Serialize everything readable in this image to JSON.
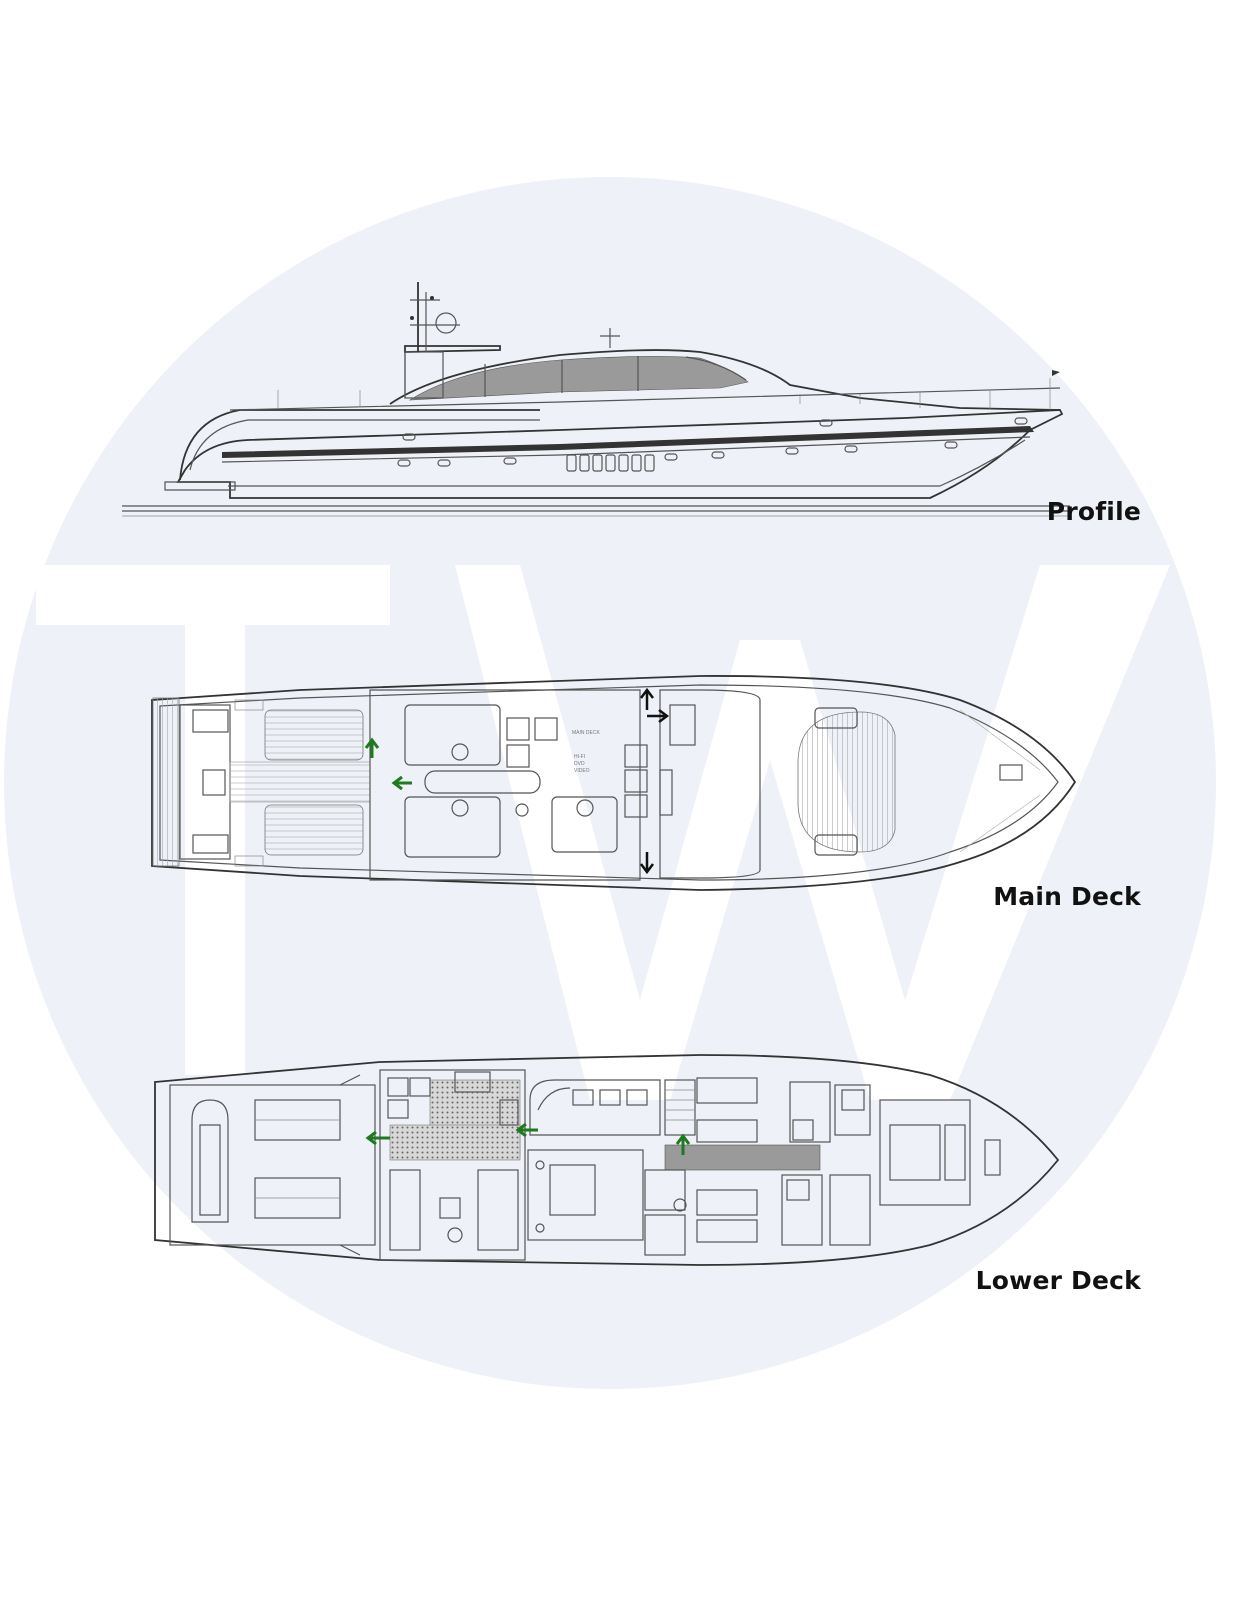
{
  "watermark": {
    "letters": "TW",
    "circle_color": "#eef1f7",
    "letter_color": "#ffffff"
  },
  "views": {
    "profile_label": "Profile",
    "main_deck_label": "Main Deck",
    "lower_deck_label": "Lower Deck"
  },
  "colors": {
    "line": "#555555",
    "arrow_green": "#1f7a1f",
    "arrow_black": "#111111"
  }
}
